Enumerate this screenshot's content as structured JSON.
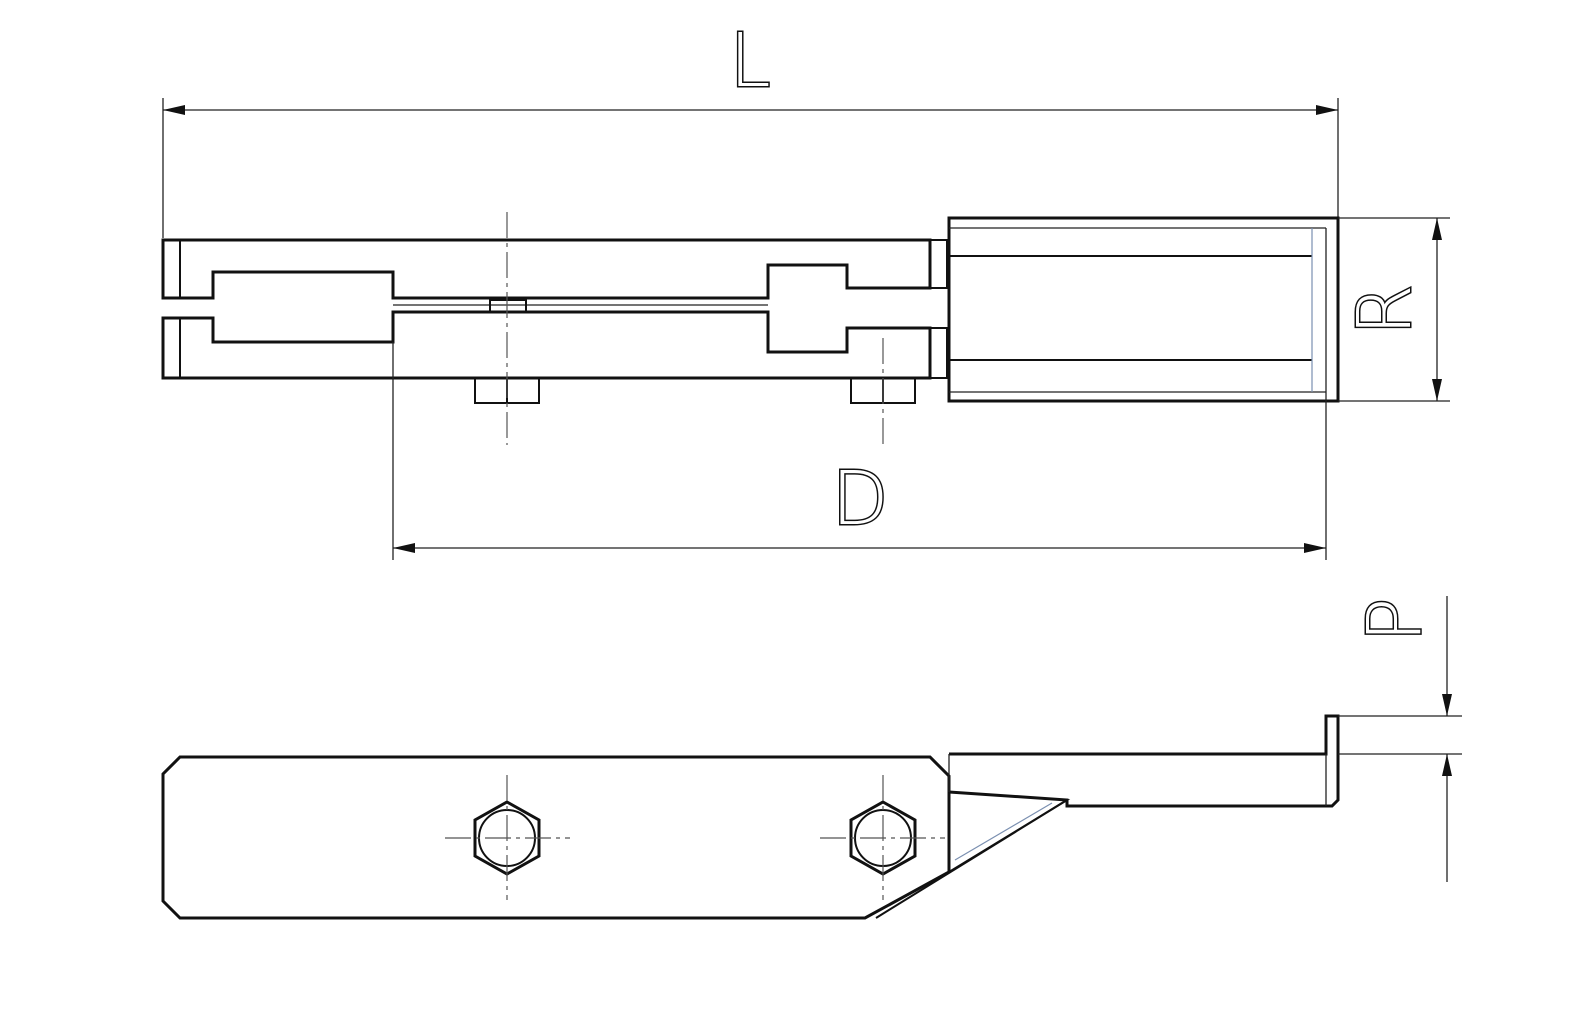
{
  "dimensions": {
    "length_label": "L",
    "bolt_span_label": "D",
    "width_label": "R",
    "thickness_label": "P"
  }
}
